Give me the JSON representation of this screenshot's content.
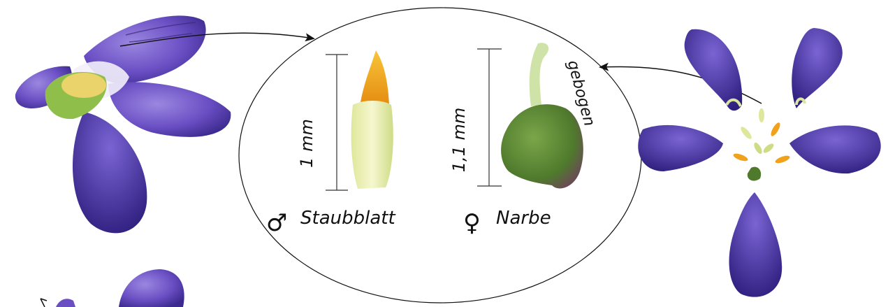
{
  "labels": {
    "stamen_size": "1 mm",
    "stigma_size": "1,1 mm",
    "stamen_name": "Staubblatt",
    "stigma_name": "Narbe",
    "stigma_note": "gebogen",
    "male_symbol": "♂",
    "female_symbol": "♀"
  },
  "colors": {
    "petal": "#6a4fc4",
    "petal_dark": "#3d2a8f",
    "stamen_tip": "#f0a21c",
    "stamen_body": "#eef0b4",
    "stigma": "#5b8a33"
  }
}
